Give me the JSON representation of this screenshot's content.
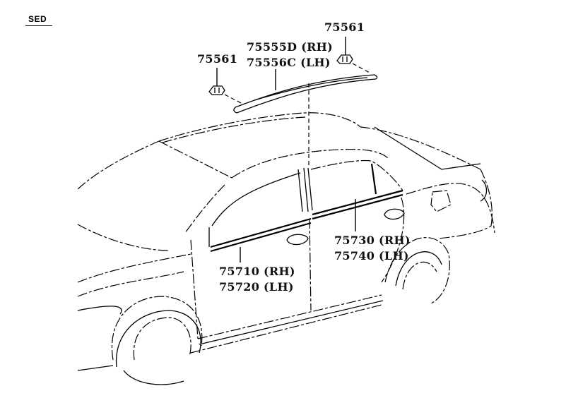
{
  "diagram": {
    "variant": "SED",
    "subject": "Sedan side moulding / roof drip moulding parts diagram",
    "parts": [
      {
        "id": "clip-left",
        "number": "75561"
      },
      {
        "id": "clip-right",
        "number": "75561"
      },
      {
        "id": "roof-moulding",
        "lines": [
          "75555D (RH)",
          "75556C (LH)"
        ]
      },
      {
        "id": "front-door-belt-moulding",
        "lines": [
          "75710 (RH)",
          "75720 (LH)"
        ]
      },
      {
        "id": "rear-door-belt-moulding",
        "lines": [
          "75730 (RH)",
          "75740 (LH)"
        ]
      }
    ]
  }
}
